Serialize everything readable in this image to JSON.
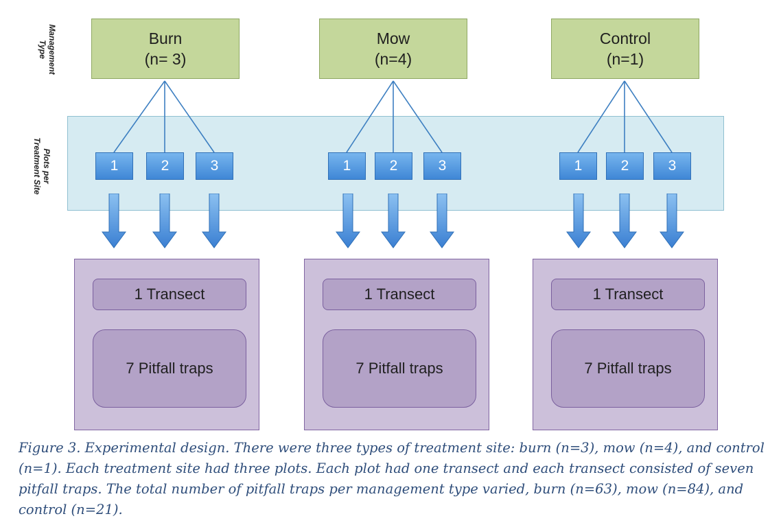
{
  "axis_labels": {
    "management": [
      "Management",
      "Type"
    ],
    "plots": [
      "Plots per",
      "Treatment Site"
    ]
  },
  "management_types": [
    {
      "name": "Burn",
      "count": "(n= 3)"
    },
    {
      "name": "Mow",
      "count": "(n=4)"
    },
    {
      "name": "Control",
      "count": "(n=1)"
    }
  ],
  "plot_labels": [
    "1",
    "2",
    "3"
  ],
  "site_content": {
    "transect": "1 Transect",
    "traps": "7 Pitfall traps"
  },
  "caption": "Figure 3. Experimental design. There were three types of treatment site: burn (n=3), mow (n=4), and control (n=1). Each treatment site had three plots. Each plot had one transect and each transect consisted of seven pitfall traps. The total number of pitfall traps per management type varied, burn (n=63), mow (n=84), and control (n=21).",
  "colors": {
    "management_fill": "#c4d79b",
    "band_fill": "#d6ebf2",
    "plot_fill": "#4f93dd",
    "site_fill": "#ccc0da",
    "inner_fill": "#b3a2c7",
    "caption_text": "#2e4d7a"
  }
}
